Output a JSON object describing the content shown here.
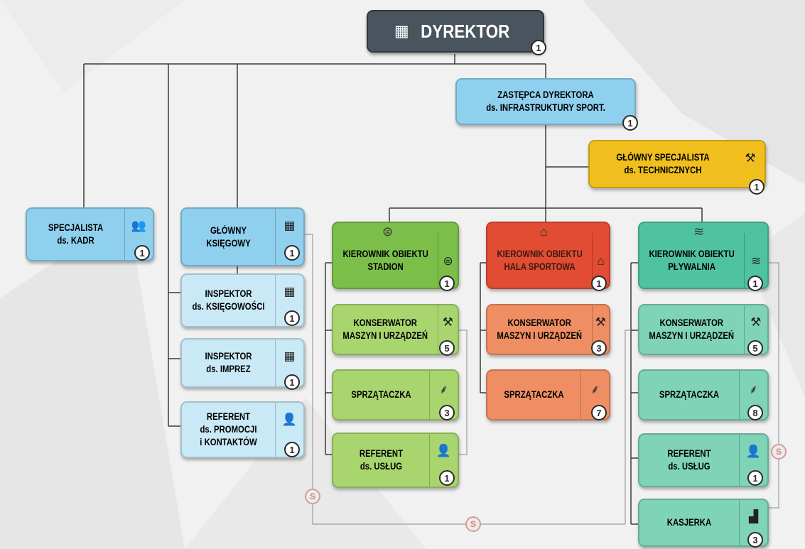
{
  "director": {
    "title": "DYREKTOR",
    "count": "1",
    "icon": "building-icon"
  },
  "deputy": {
    "lines": [
      "ZASTĘPCA DYREKTORA",
      "ds. INFRASTRUKTURY SPORT."
    ],
    "count": "1"
  },
  "chief_technical": {
    "lines": [
      "GŁÓWNY SPECJALISTA",
      "ds. TECHNICZNYCH"
    ],
    "count": "1",
    "icon": "tools-icon"
  },
  "hr_specialist": {
    "lines": [
      "SPECJALISTA",
      "ds. KADR"
    ],
    "count": "1",
    "icon": "people-group-icon"
  },
  "accounting": {
    "chief": {
      "lines": [
        "GŁÓWNY",
        "KSIĘGOWY"
      ],
      "count": "1",
      "icon": "calculator-icon"
    },
    "inspector_accounts": {
      "lines": [
        "INSPEKTOR",
        "ds. KSIĘGOWOŚCI"
      ],
      "count": "1",
      "icon": "calculator-icon"
    },
    "inspector_events": {
      "lines": [
        "INSPEKTOR",
        "ds. IMPREZ"
      ],
      "count": "1",
      "icon": "calculator-icon"
    },
    "promo_officer": {
      "lines": [
        "REFERENT",
        "ds. PROMOCJI",
        "i KONTAKTÓW"
      ],
      "count": "1",
      "icon": "person-icon"
    }
  },
  "stadium": {
    "manager": {
      "lines": [
        "KIEROWNIK OBIEKTU",
        "STADION"
      ],
      "count": "1",
      "icon": "stadium-icon"
    },
    "maintenance": {
      "lines": [
        "KONSERWATOR",
        "MASZYN I URZĄDZEŃ"
      ],
      "count": "5",
      "icon": "tools-icon"
    },
    "cleaner": {
      "lines": [
        "SPRZĄTACZKA"
      ],
      "count": "3",
      "icon": "broom-icon"
    },
    "services": {
      "lines": [
        "REFERENT",
        "ds. USŁUG"
      ],
      "count": "1",
      "icon": "person-icon"
    }
  },
  "sports_hall": {
    "manager": {
      "lines": [
        "KIEROWNIK OBIEKTU",
        "HALA SPORTOWA"
      ],
      "count": "1",
      "icon": "sports-hall-icon"
    },
    "maintenance": {
      "lines": [
        "KONSERWATOR",
        "MASZYN I URZĄDZEŃ"
      ],
      "count": "3",
      "icon": "tools-icon"
    },
    "cleaner": {
      "lines": [
        "SPRZĄTACZKA"
      ],
      "count": "7",
      "icon": "broom-icon"
    }
  },
  "pool": {
    "manager": {
      "lines": [
        "KIEROWNIK OBIEKTU",
        "PŁYWALNIA"
      ],
      "count": "1",
      "icon": "swimming-pool-icon"
    },
    "maintenance": {
      "lines": [
        "KONSERWATOR",
        "MASZYN I URZĄDZEŃ"
      ],
      "count": "5",
      "icon": "tools-icon"
    },
    "cleaner": {
      "lines": [
        "SPRZĄTACZKA"
      ],
      "count": "8",
      "icon": "broom-icon"
    },
    "services": {
      "lines": [
        "REFERENT",
        "ds. USŁUG"
      ],
      "count": "1",
      "icon": "person-icon"
    },
    "cashier": {
      "lines": [
        "KASJERKA"
      ],
      "count": "3",
      "icon": "cash-register-icon"
    }
  },
  "coin_symbol": "S",
  "colors": {
    "director": "#4a545f",
    "blue": "#8fd0ee",
    "blue_light": "#c9e9f6",
    "yellow": "#f0bf1e",
    "green_dark": "#7cbe4a",
    "green_light": "#a9d56e",
    "red": "#e24c32",
    "orange": "#ef8e63",
    "teal": "#4fc3a0",
    "teal_light": "#7fd3b6"
  }
}
